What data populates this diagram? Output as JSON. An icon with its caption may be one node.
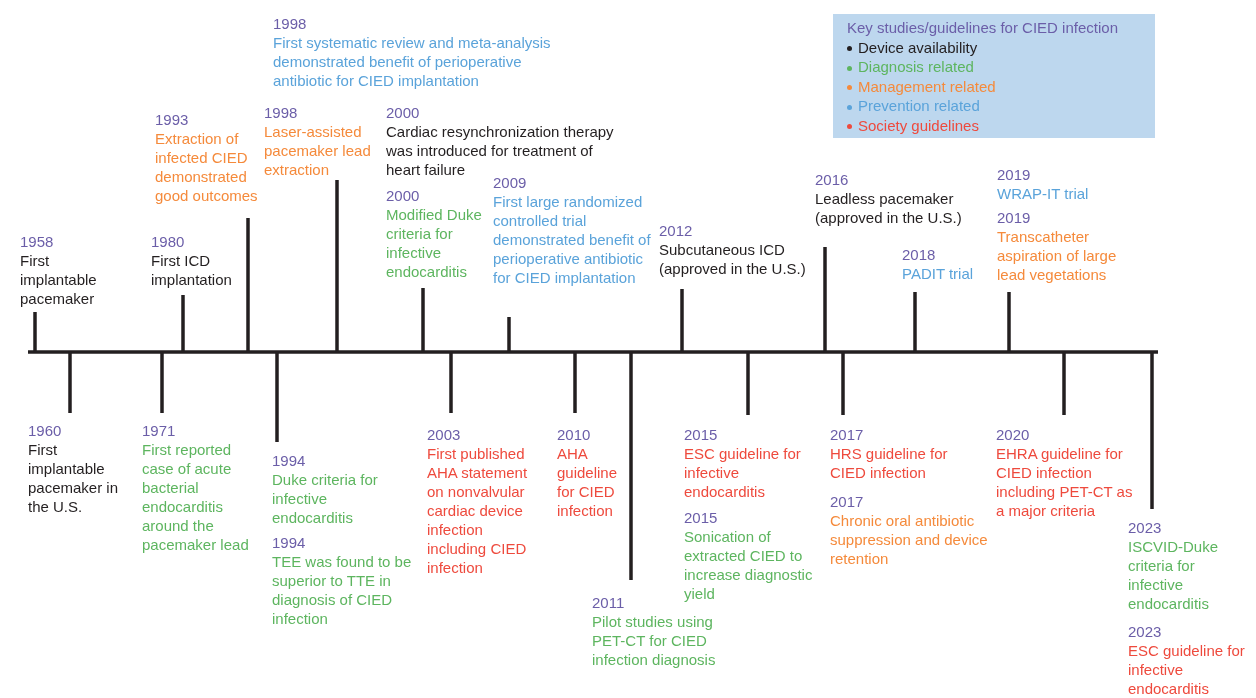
{
  "diagram": {
    "labels": [
      "Key studies/guidelines for CIED infection",
      "1958",
      "First implantable pacemaker",
      "1980",
      "First ICD implantation",
      "1993",
      "Extraction of infected CIED demonstrated good outcomes",
      "1998",
      "First systematic review and meta-analysis demonstrated benefit of perioperative antibiotic for CIED implantation",
      "1998",
      "Laser-assisted pacemaker lead extraction",
      "2000",
      "Cardiac resynchronization therapy was introduced for treatment of heart failure",
      "2000",
      "Modified Duke criteria for infective endocarditis",
      "2009",
      "First large randomized controlled trial demonstrated benefit of perioperative antibiotic for CIED implantation",
      "2012",
      "Subcutaneous ICD (approved in the U.S.)",
      "2016",
      "Leadless pacemaker (approved in the U.S.)",
      "2018",
      "PADIT trial",
      "2019",
      "WRAP-IT trial",
      "2019",
      "Transcatheter aspiration of large lead vegetations",
      "1960",
      "First implantable pacemaker in the U.S.",
      "1971",
      "First reported case of acute bacterial endocarditis around the pacemaker lead",
      "1994",
      "Duke criteria for infective endocarditis",
      "1994",
      "TEE was found to be superior to TTE in diagnosis of CIED infection",
      "2003",
      "First published AHA statement on nonvalvular cardiac device infection including CIED infection",
      "2010",
      "AHA guideline for CIED infection",
      "2011",
      "Pilot studies using PET-CT for CIED infection diagnosis",
      "2015",
      "ESC guideline for infective endocarditis",
      "2015",
      "Sonication of extracted CIED to increase diagnostic yield",
      "2017",
      "HRS guideline for CIED infection",
      "2017",
      "Chronic oral antibiotic suppression and device retention",
      "2020",
      "EHRA guideline for CIED infection including PET-CT as a major criteria",
      "2023",
      "ISCVID-Duke criteria for infective endocarditis",
      "2023",
      "ESC guideline for infective endocarditis"
    ],
    "legend": [
      {
        "text": "Device availability",
        "color": "#231f20"
      },
      {
        "text": "Diagnosis related",
        "color": "#5db55f"
      },
      {
        "text": "Management related",
        "color": "#f58a3b"
      },
      {
        "text": "Prevention related",
        "color": "#5aa3da"
      },
      {
        "text": "Society guidelines",
        "color": "#ee4a3d"
      }
    ]
  }
}
